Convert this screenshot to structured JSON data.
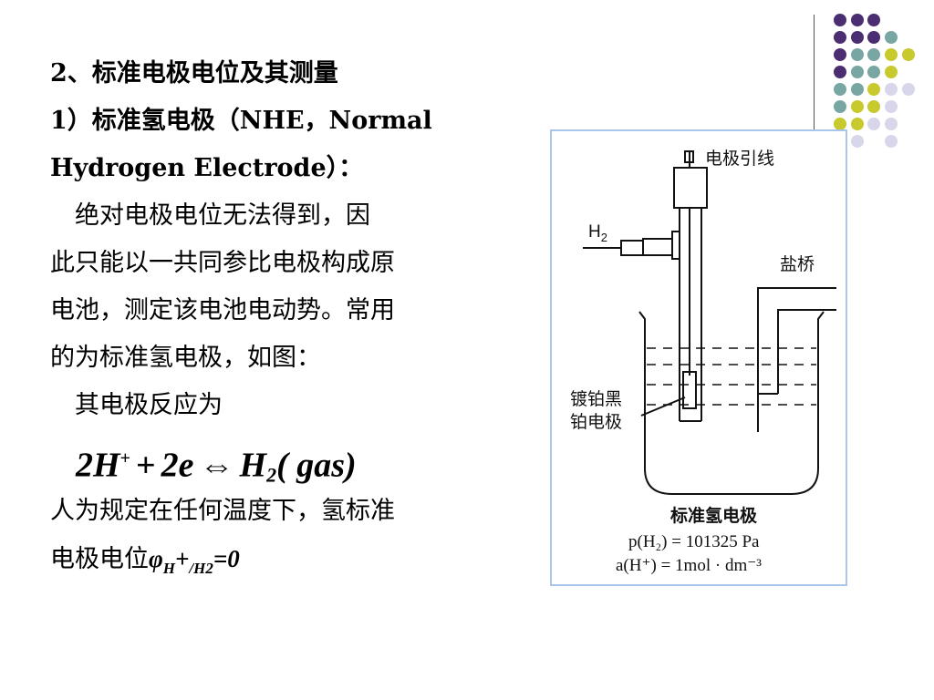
{
  "decor": {
    "dot_colors": {
      "purple": "#4b2d72",
      "teal": "#78a7a3",
      "olive": "#c7c92c",
      "lavender": "#d8d6ea"
    }
  },
  "text": {
    "heading": "2、标准电极电位及其测量",
    "subheading_1": "1）标准氢电极（NHE，Normal",
    "subheading_2": "Hydrogen Electrode）：",
    "para": [
      "　绝对电极电位无法得到，因",
      "此只能以一共同参比电极构成原",
      "电池，测定该电池电动势。常用",
      "的为标准氢电极，如图："
    ],
    "reaction_intro": "　其电极反应为",
    "equation": {
      "c1": "2H",
      "sup1": "+",
      "op1": "+",
      "c2": "2e",
      "arrow": "⇔",
      "c3": "H",
      "sub3": "2",
      "paren": "( gas)"
    },
    "convention": "人为规定在任何温度下，氢标准",
    "potential_prefix": "电极电位",
    "potential_symbol": "φ",
    "potential_sub": "H",
    "potential_plus": "+",
    "potential_sub2": "/H2",
    "potential_value": "=0"
  },
  "figure": {
    "label_lead": "电极引线",
    "label_h2": "H",
    "label_h2_sub": "2",
    "label_bridge": "盐桥",
    "label_pt_1": "镀铂黑",
    "label_pt_2": "铂电极",
    "caption": "标准氢电极",
    "cond1": "p(H₂) = 101325 Pa",
    "cond2": "a(H⁺) = 1mol · dm⁻³"
  }
}
